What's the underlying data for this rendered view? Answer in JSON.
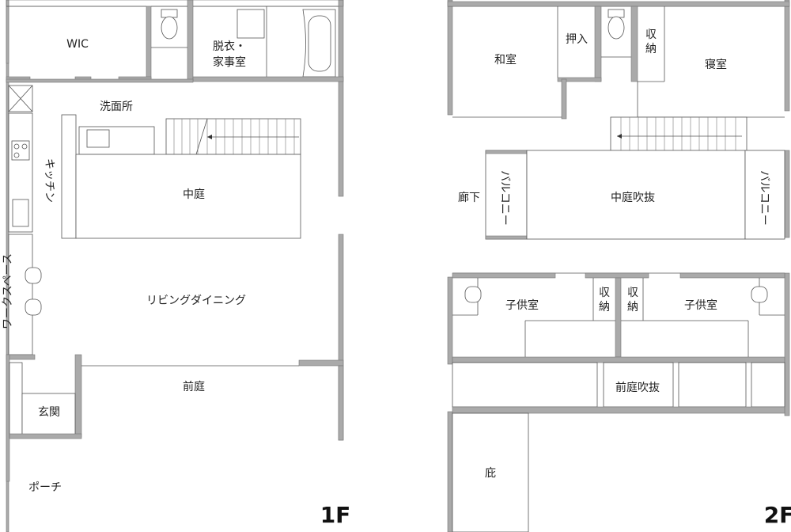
{
  "floors": [
    {
      "id": "1F",
      "label": "1F",
      "rooms": {
        "wic": "WIC",
        "dressing": [
          "脱衣・",
          "家事室"
        ],
        "washroom": "洗面所",
        "kitchen": "キッチン",
        "courtyard": "中庭",
        "workspace": "ワークスペース",
        "living_dining": "リビングダイニング",
        "front_garden": "前庭",
        "entrance": "玄関",
        "porch": "ポーチ"
      }
    },
    {
      "id": "2F",
      "label": "2F",
      "rooms": {
        "japanese_room": "和室",
        "oshiire": "押入",
        "storage_top": [
          "収",
          "納"
        ],
        "bedroom": "寝室",
        "hallway": "廊下",
        "balcony": "バルコニー",
        "courtyard_void": "中庭吹抜",
        "child_room": "子供室",
        "storage": [
          "収",
          "納"
        ],
        "front_garden_void": "前庭吹抜",
        "eaves": "庇"
      }
    }
  ]
}
